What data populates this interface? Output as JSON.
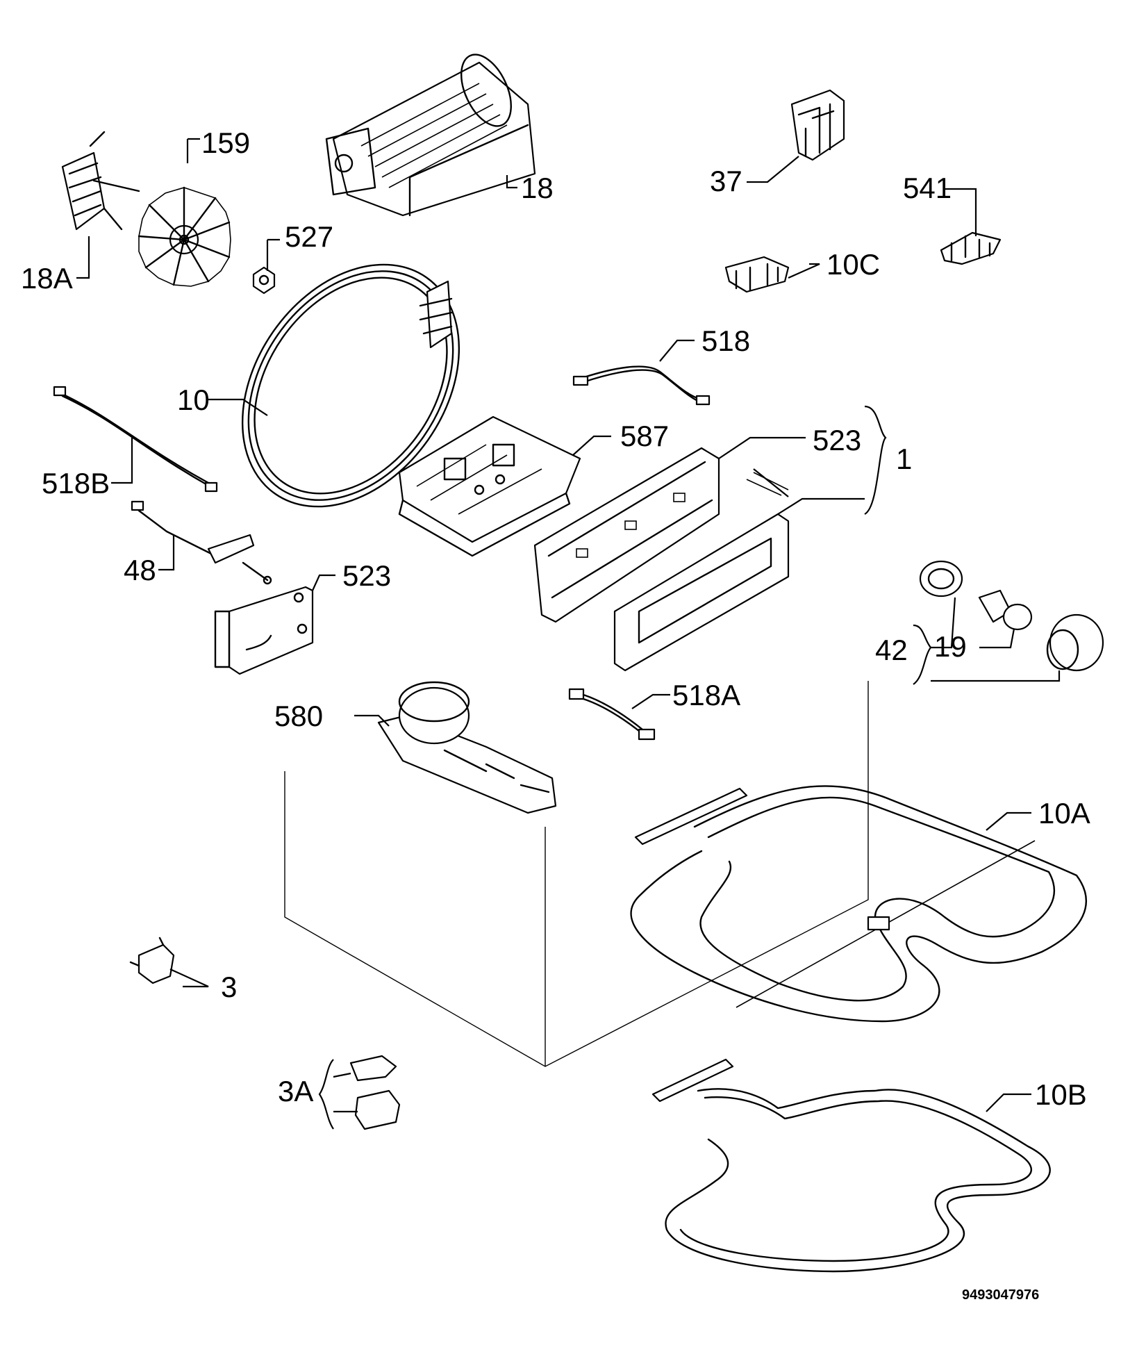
{
  "reference_number": "9493047976",
  "callouts": {
    "c159": "159",
    "c18": "18",
    "c18a": "18A",
    "c527": "527",
    "c37": "37",
    "c541": "541",
    "c10c": "10C",
    "c518": "518",
    "c10": "10",
    "c587": "587",
    "c523a": "523",
    "c1": "1",
    "c518b": "518B",
    "c48": "48",
    "c523b": "523",
    "c42": "42",
    "c19": "19",
    "c580": "580",
    "c518a": "518A",
    "c10a": "10A",
    "c3": "3",
    "c3a": "3A",
    "c10b": "10B"
  }
}
